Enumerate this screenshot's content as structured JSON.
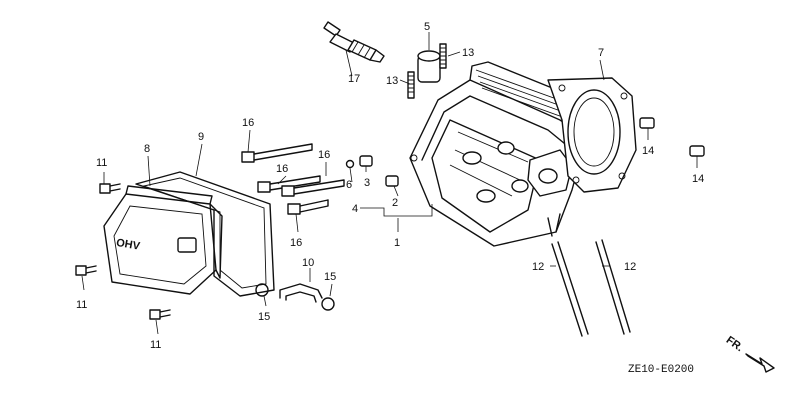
{
  "callouts": {
    "c1": "1",
    "c2": "2",
    "c3": "3",
    "c4": "4",
    "c5": "5",
    "c6": "6",
    "c7": "7",
    "c8": "8",
    "c9": "9",
    "c10": "10",
    "c11a": "11",
    "c11b": "11",
    "c11c": "11",
    "c12a": "12",
    "c12b": "12",
    "c13a": "13",
    "c13b": "13",
    "c14a": "14",
    "c14b": "14",
    "c15a": "15",
    "c15b": "15",
    "c16a": "16",
    "c16b": "16",
    "c16c": "16",
    "c16d": "16",
    "c17": "17"
  },
  "cover_lettering": "OHV",
  "diagram_code": "ZE10-E0200",
  "front_arrow": "FR."
}
